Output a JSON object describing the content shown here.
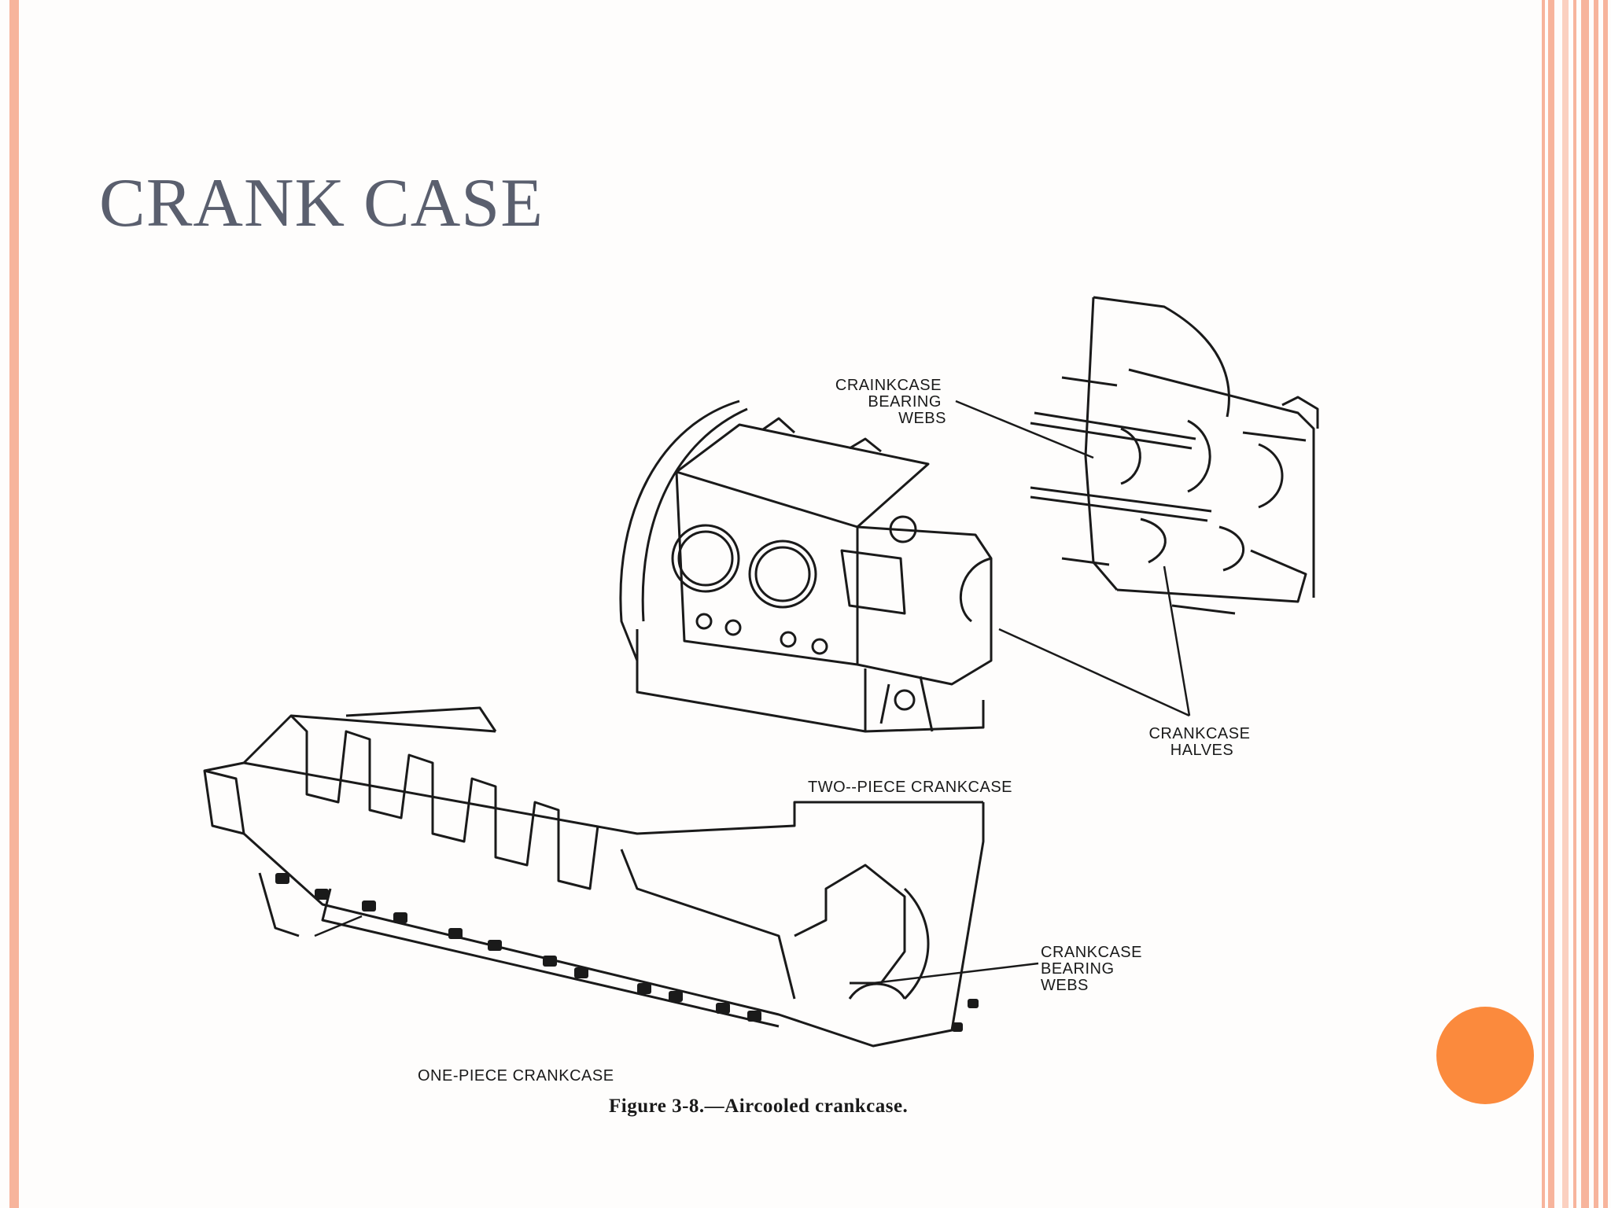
{
  "slide": {
    "title": "CRANK CASE",
    "accent_color": "#fb8a3d",
    "border_color": "#f7b49c"
  },
  "figure": {
    "labels": {
      "bearing_webs_top": [
        "CRAINKCASE",
        "BEARING",
        "WEBS"
      ],
      "halves": [
        "CRANKCASE",
        "HALVES"
      ],
      "two_piece": "TWO--PIECE CRANKCASE",
      "bearing_webs_bottom": [
        "CRANKCASE",
        "BEARING",
        "WEBS"
      ],
      "one_piece": "ONE-PIECE CRANKCASE"
    },
    "caption": "Figure 3-8.—Aircooled crankcase."
  }
}
